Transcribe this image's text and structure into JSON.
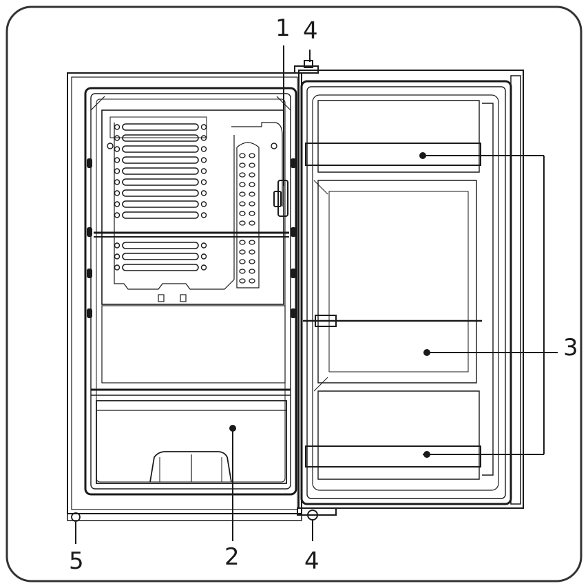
{
  "callouts": {
    "thermostat": "1",
    "hinge_top": "4",
    "door_shelves": "3",
    "crisper_drawer": "2",
    "hinge_bottom": "4",
    "leveling_foot": "5"
  },
  "colors": {
    "line": "#1a1a1a",
    "background": "#ffffff",
    "frame": "#333333"
  }
}
